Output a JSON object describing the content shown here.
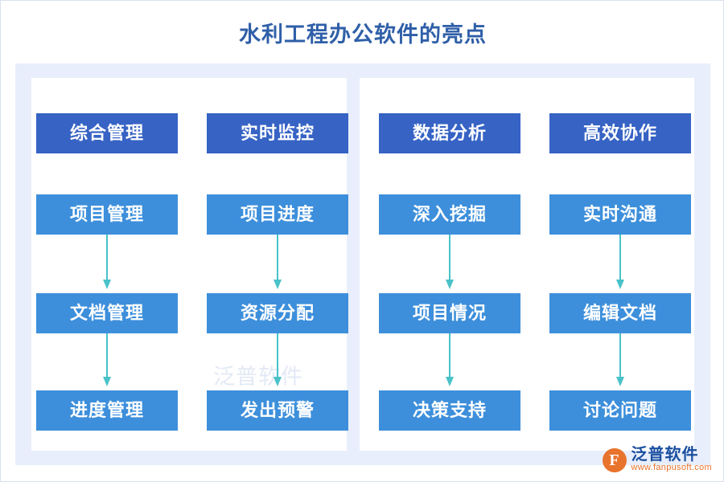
{
  "header": {
    "title": "水利工程办公软件的亮点"
  },
  "colors": {
    "title": "#2f5fa8",
    "panel_bg": "#e8eefb",
    "node_top": "#3663c4",
    "node_sub": "#3d8fdb",
    "arrow": "#49c2c8",
    "logo_orange": "#e8732c",
    "logo_blue": "#1a4fa0"
  },
  "diagram": {
    "columns": [
      {
        "name": "comprehensive-management",
        "nodes": [
          "综合管理",
          "项目管理",
          "文档管理",
          "进度管理"
        ],
        "arrows": [
          "arrow-down-icon",
          "arrow-down-icon"
        ]
      },
      {
        "name": "realtime-monitoring",
        "nodes": [
          "实时监控",
          "项目进度",
          "资源分配",
          "发出预警"
        ],
        "arrows": [
          "arrow-down-icon",
          "arrow-down-icon"
        ]
      },
      {
        "name": "data-analysis",
        "nodes": [
          "数据分析",
          "深入挖掘",
          "项目情况",
          "决策支持"
        ],
        "arrows": [
          "arrow-down-icon",
          "arrow-down-icon"
        ]
      },
      {
        "name": "efficient-collaboration",
        "nodes": [
          "高效协作",
          "实时沟通",
          "编辑文档",
          "讨论问题"
        ],
        "arrows": [
          "arrow-down-icon",
          "arrow-down-icon"
        ]
      }
    ]
  },
  "watermark": {
    "text": "泛普软件"
  },
  "logo": {
    "mark": "F",
    "name": "泛普软件",
    "url": "www.fanpusoft.com"
  }
}
